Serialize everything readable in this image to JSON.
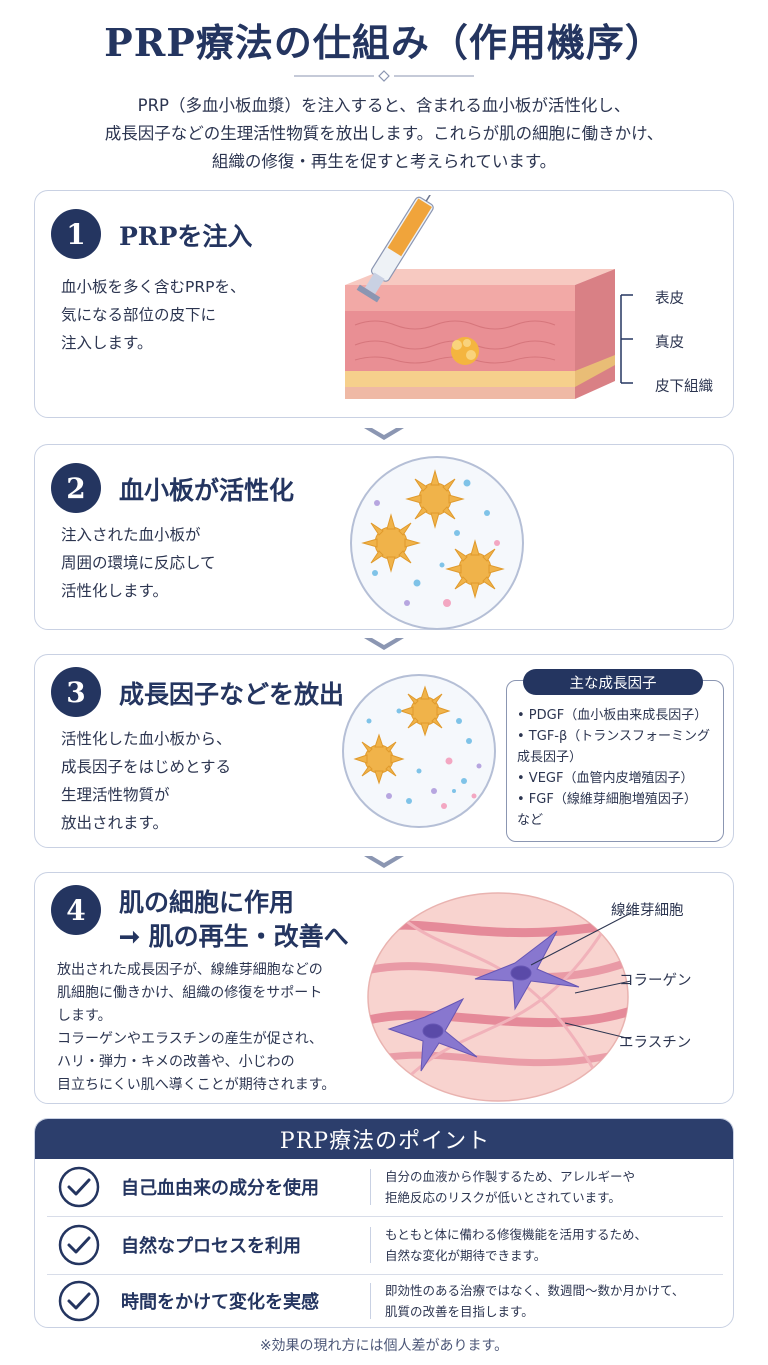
{
  "header": {
    "title": "PRP療法の仕組み（作用機序）",
    "intro": [
      "PRP（多血小板血漿）を注入すると、含まれる血小板が活性化し、",
      "成長因子などの生理活性物質を放出します。これらが肌の細胞に働きかけ、",
      "組織の修復・再生を促すと考えられています。"
    ]
  },
  "steps": [
    {
      "num": "1",
      "title": "PRPを注入",
      "text": [
        "血小板を多く含むPRPを、",
        "気になる部位の皮下に",
        "注入します。"
      ],
      "labels": [
        "表皮",
        "真皮",
        "皮下組織"
      ]
    },
    {
      "num": "2",
      "title": "血小板が活性化",
      "text": [
        "注入された血小板が",
        "周囲の環境に反応して",
        "活性化します。"
      ]
    },
    {
      "num": "3",
      "title": "成長因子などを放出",
      "text": [
        "活性化した血小板から、",
        "成長因子をはじめとする",
        "生理活性物質が",
        "放出されます。"
      ],
      "growth_factors": {
        "heading": "主な成長因子",
        "items": [
          "• PDGF（血小板由来成長因子）",
          "• TGF-β（トランスフォーミング",
          "   成長因子）",
          "• VEGF（血管内皮増殖因子）",
          "• FGF（線維芽細胞増殖因子）",
          "   など"
        ]
      }
    },
    {
      "num": "4",
      "title_line1": "肌の細胞に作用",
      "title_line2": "➞ 肌の再生・改善へ",
      "text": [
        "放出された成長因子が、線維芽細胞などの",
        "肌細胞に働きかけ、組織の修復をサポート",
        "します。",
        "コラーゲンやエラスチンの産生が促され、",
        "ハリ・弾力・キメの改善や、小じわの",
        "目立ちにくい肌へ導くことが期待されます。"
      ],
      "labels": [
        "線維芽細胞",
        "コラーゲン",
        "エラスチン"
      ]
    }
  ],
  "points": {
    "heading": "PRP療法のポイント",
    "rows": [
      {
        "label": "自己血由来の成分を使用",
        "desc": [
          "自分の血液から作製するため、アレルギーや",
          "拒絶反応のリスクが低いとされています。"
        ]
      },
      {
        "label": "自然なプロセスを利用",
        "desc": [
          "もともと体に備わる修復機能を活用するため、",
          "自然な変化が期待できます。"
        ]
      },
      {
        "label": "時間をかけて変化を実感",
        "desc": [
          "即効性のある治療ではなく、数週間〜数か月かけて、",
          "肌質の改善を目指します。"
        ]
      }
    ]
  },
  "footnote": "※効果の現れ方には個人差があります。",
  "colors": {
    "navy": "#243560",
    "platelet": "#f0b34a",
    "fibroblast": "#7b6bc4",
    "skin": "#f3b4b0"
  }
}
